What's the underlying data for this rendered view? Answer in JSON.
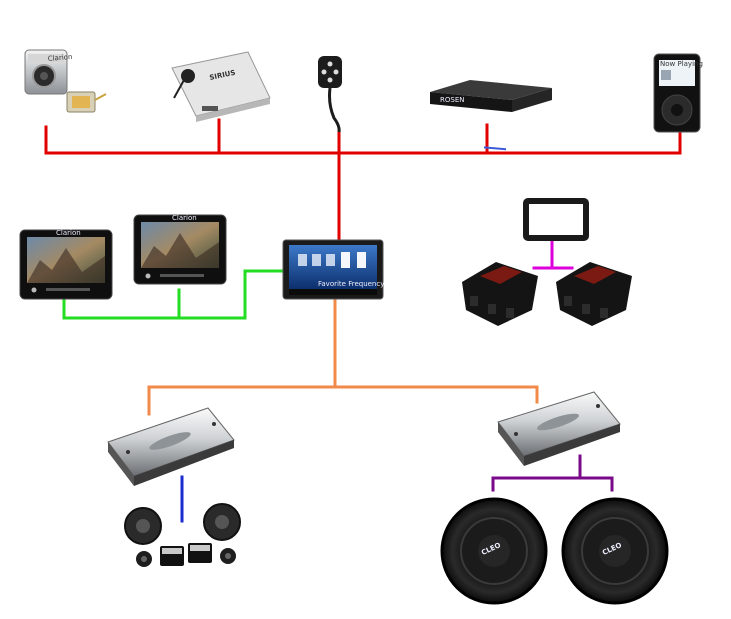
{
  "diagram": {
    "colors": {
      "source_bus": "#e00000",
      "video_bus": "#22dd22",
      "amp_bus": "#f0894a",
      "speaker_link": "#1b2bd0",
      "processor_link": "#dd00dd",
      "subwoofer_link": "#7a0a8a",
      "background": "#ffffff"
    },
    "devices": {
      "backup_camera": {
        "icon": "backup-camera-icon",
        "brand_text": "Clarion"
      },
      "satellite_radio_tuner": {
        "icon": "satellite-radio-icon",
        "brand_text": "SIRIUS"
      },
      "steering_remote": {
        "icon": "steering-remote-icon"
      },
      "dvd_player": {
        "icon": "dvd-player-icon",
        "brand_text": "ROSEN"
      },
      "ipod": {
        "icon": "ipod-icon",
        "screen_text": "Now Playing"
      },
      "headrest_monitor_left": {
        "icon": "headrest-monitor-icon",
        "brand_text": "Clarion"
      },
      "headrest_monitor_right": {
        "icon": "headrest-monitor-icon",
        "brand_text": "Clarion"
      },
      "head_unit": {
        "icon": "touchscreen-head-unit-icon",
        "screen_text": "Favorite Frequency"
      },
      "dash_kit": {
        "icon": "dash-kit-bracket-icon"
      },
      "signal_processors": {
        "icon": "signal-processor-icon"
      },
      "amplifier_left": {
        "icon": "amplifier-icon"
      },
      "amplifier_right": {
        "icon": "amplifier-icon"
      },
      "component_speakers": {
        "icon": "component-speakers-icon"
      },
      "subwoofers": {
        "icon": "subwoofer-icon",
        "brand_text": "CLEO"
      }
    }
  }
}
